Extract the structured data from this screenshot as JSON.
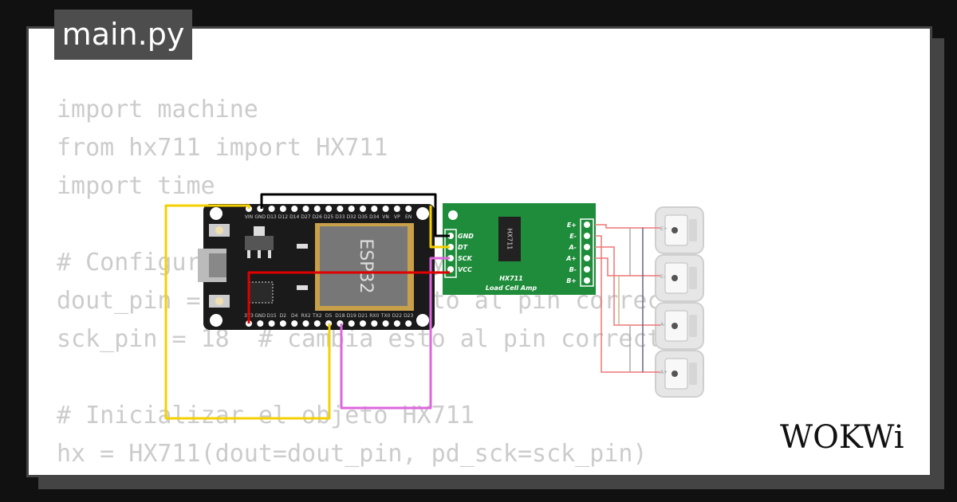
{
  "editor": {
    "file_tab": "main.py",
    "code_lines": [
      "import machine",
      "from hx711 import HX711",
      "import time",
      "",
      "# Configurar los pines DT y SCK",
      "dout_pin = 19  # cambia esto al pin correcto",
      "sck_pin = 18  # cambia esto al pin correcto",
      "",
      "# Inicializar el objeto HX711",
      "hx = HX711(dout=dout_pin, pd_sck=sck_pin)"
    ]
  },
  "esp32": {
    "chip_label": "ESP32",
    "top_pins": [
      "VIN",
      "GND",
      "D13",
      "D12",
      "D14",
      "D27",
      "D26",
      "D25",
      "D33",
      "D32",
      "D35",
      "D34",
      "VN",
      "VP",
      "EN"
    ],
    "bottom_pins": [
      "3V3",
      "GND",
      "D15",
      "D2",
      "D4",
      "RX2",
      "TX2",
      "D5",
      "D18",
      "D19",
      "D21",
      "RX0",
      "TX0",
      "D22",
      "D23"
    ]
  },
  "hx711": {
    "chip_label": "HX711",
    "board_label_1": "HX711",
    "board_label_2": "Load Cell Amp",
    "left_pins": [
      "GND",
      "DT",
      "SCK",
      "VCC"
    ],
    "right_pins": [
      "E+",
      "E-",
      "A-",
      "A+",
      "B-",
      "B+"
    ]
  },
  "load_cells": {
    "pin_labels": [
      "E+",
      "E-",
      "A-",
      "A+"
    ]
  },
  "wires": {
    "gnd_color": "#000000",
    "dt_color": "#f5d000",
    "sck_color": "#dd66dd",
    "vcc_color": "#e00000",
    "load_wire_color": "#ee7777",
    "board_green": "#1e8c3a"
  },
  "branding": {
    "logo": "WOKWi"
  }
}
